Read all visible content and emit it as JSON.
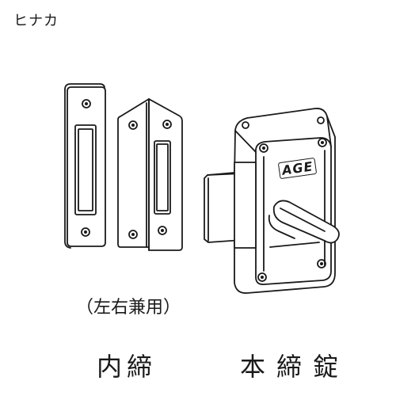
{
  "header": {
    "title": "ヒナカ"
  },
  "labels": {
    "usage_note": "（左右兼用）",
    "inner_strike": "内締",
    "main_lock": "本締錠",
    "brand_mark": "AGE"
  },
  "icons": {
    "flat_strike_plate": "flat-strike-plate-icon",
    "angled_strike_plate": "angled-strike-plate-icon",
    "rim_lock_body": "rim-lock-body-icon"
  }
}
